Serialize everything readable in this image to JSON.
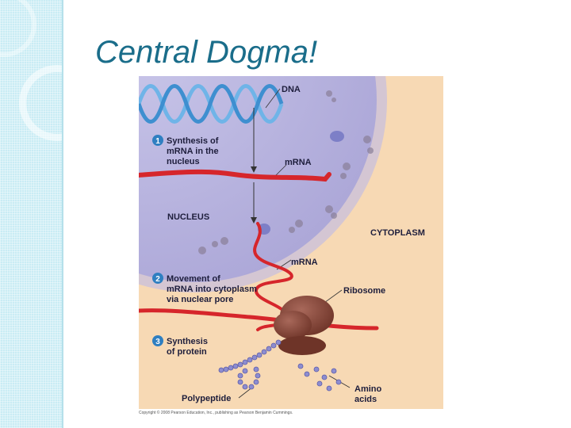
{
  "slide": {
    "title": "Central Dogma!"
  },
  "figure": {
    "labels": {
      "dna": "DNA",
      "mrna_top": "mRNA",
      "nucleus": "NUCLEUS",
      "cytoplasm": "CYTOPLASM",
      "mrna_mid": "mRNA",
      "ribosome": "Ribosome",
      "polypeptide": "Polypeptide",
      "amino_line1": "Amino",
      "amino_line2": "acids"
    },
    "steps": [
      {
        "number": "1",
        "lines": [
          "Synthesis of",
          "mRNA in the",
          "nucleus"
        ]
      },
      {
        "number": "2",
        "lines": [
          "Movement of",
          "mRNA into cytoplasm",
          "via nuclear pore"
        ]
      },
      {
        "number": "3",
        "lines": [
          "Synthesis",
          "of protein"
        ]
      }
    ],
    "copyright": "Copyright © 2008 Pearson Education, Inc., publishing as Pearson Benjamin Cummings.",
    "colors": {
      "cytoplasm_bg": "#f7d9b4",
      "nucleus_fill": "#b7b3dc",
      "dna_blue": "#3e8fd0",
      "mrna_red": "#d6262b",
      "ribosome_brown": "#8b4a3c",
      "amino_purple": "#8d8dd0",
      "step_badge": "#2f7fc1",
      "title_teal": "#1a6d8a"
    }
  }
}
